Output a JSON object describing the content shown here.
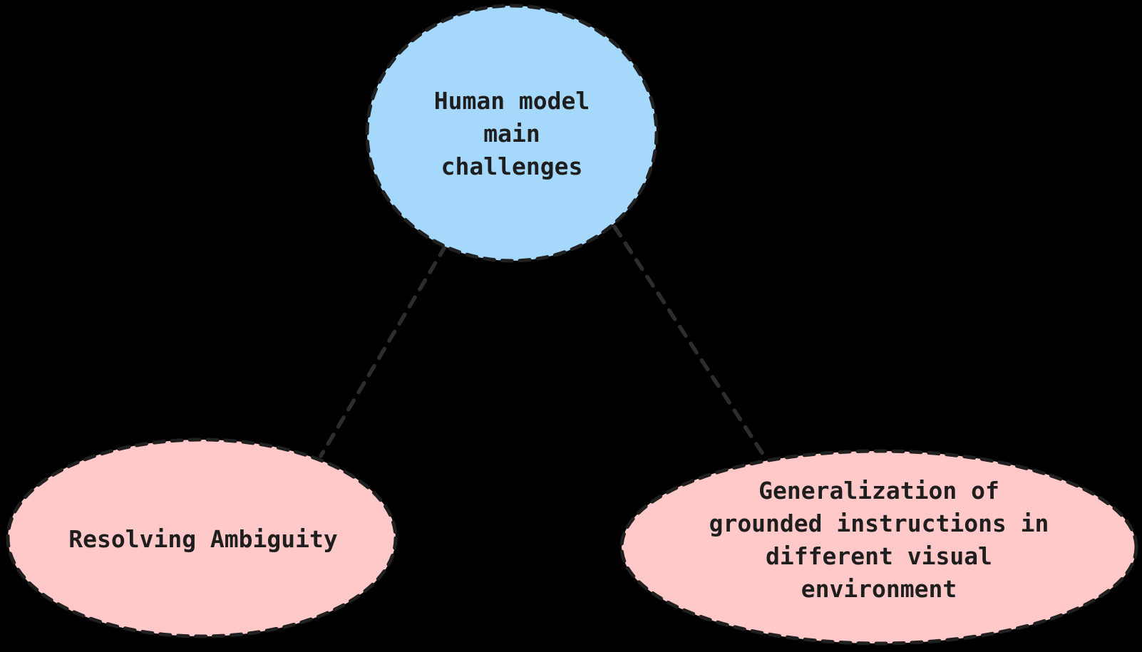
{
  "canvas": {
    "background_color": "#000000",
    "stroke_color": "#2d2d2d",
    "text_color": "#1e1e1e"
  },
  "diagram": {
    "nodes": [
      {
        "id": "root",
        "shape": "circle",
        "label": "Human model\nmain\nchallenges",
        "fill": "#a5d8fa"
      },
      {
        "id": "resolving-ambiguity",
        "shape": "ellipse",
        "label": "Resolving Ambiguity",
        "fill": "#ffc9c9"
      },
      {
        "id": "generalization",
        "shape": "ellipse",
        "label": "Generalization of\ngrounded instructions in\ndifferent visual\nenvironment",
        "fill": "#ffc9c9"
      }
    ],
    "edges": [
      {
        "id": "root-to-resolving-ambiguity",
        "style": "dashed"
      },
      {
        "id": "root-to-generalization",
        "style": "dashed"
      }
    ]
  }
}
